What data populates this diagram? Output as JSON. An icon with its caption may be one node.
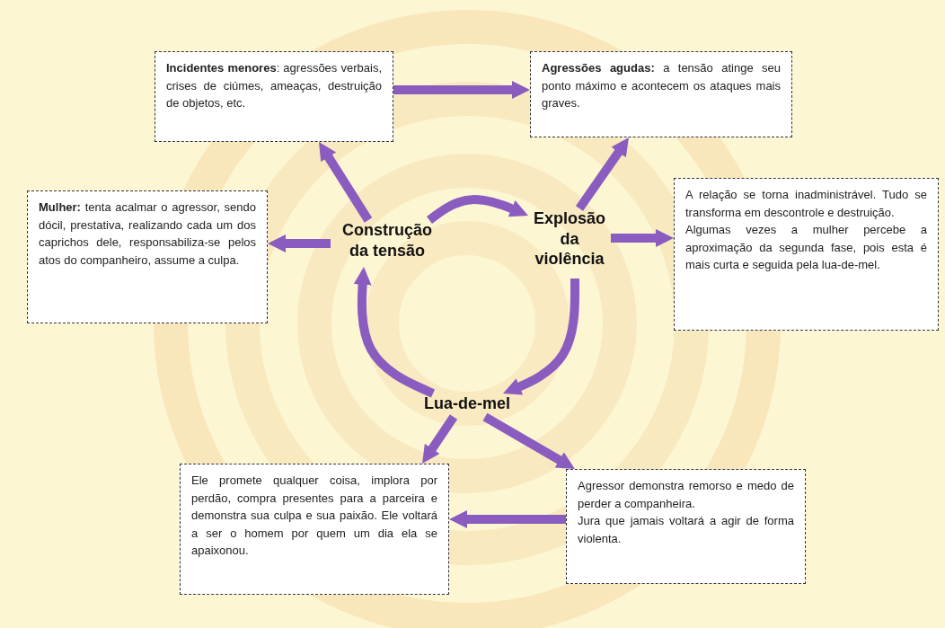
{
  "diagram": {
    "nodes": [
      {
        "text": [
          "Construção da tensão"
        ]
      },
      {
        "text": [
          "Explosão da violência"
        ]
      },
      {
        "text": [
          "Lua-de-mel"
        ]
      },
      {
        "text": [
          "**Incidentes menores**: agressões verbais, crises de ciúmes, ameaças, destruição de objetos, etc."
        ]
      },
      {
        "text": [
          "**Agressões agudas:** a tensão atinge seu ponto máximo e acontecem os ataques mais graves."
        ]
      },
      {
        "text": [
          "**Mulher:** tenta acalmar o agressor, sendo dócil, prestativa, realizando cada um dos caprichos dele, responsabiliza-se pelos atos do companheiro, assume a culpa."
        ]
      },
      {
        "text": [
          "A relação se torna inadministrável. Tudo se transforma em descontrole e destruição.",
          "Algumas vezes a mulher percebe a aproximação da segunda fase, pois esta é mais curta e seguida pela lua-de-mel."
        ]
      },
      {
        "text": [
          "Ele promete qualquer coisa, implora por perdão, compra presentes para a parceira e demonstra sua culpa e sua paixão. Ele voltará a ser o homem por quem um dia ela se apaixonou."
        ]
      },
      {
        "text": [
          "Agressor demonstra remorso e medo de perder a companheira.",
          "Jura que jamais voltará a agir de forma violenta."
        ]
      }
    ],
    "edges": [
      {
        "from": 0,
        "to": 3,
        "arrow": "to"
      },
      {
        "from": 0,
        "to": 5,
        "arrow": "to"
      },
      {
        "from": 0,
        "to": 1,
        "arrow": "to"
      },
      {
        "from": 1,
        "to": 4,
        "arrow": "to"
      },
      {
        "from": 1,
        "to": 6,
        "arrow": "to"
      },
      {
        "from": 1,
        "to": 2,
        "arrow": "to"
      },
      {
        "from": 2,
        "to": 0,
        "arrow": "to"
      },
      {
        "from": 2,
        "to": 7,
        "arrow": "to"
      },
      {
        "from": 2,
        "to": 8,
        "arrow": "to"
      },
      {
        "from": 8,
        "to": 7,
        "arrow": "to"
      },
      {
        "from": 3,
        "to": 4,
        "arrow": "to"
      }
    ]
  }
}
